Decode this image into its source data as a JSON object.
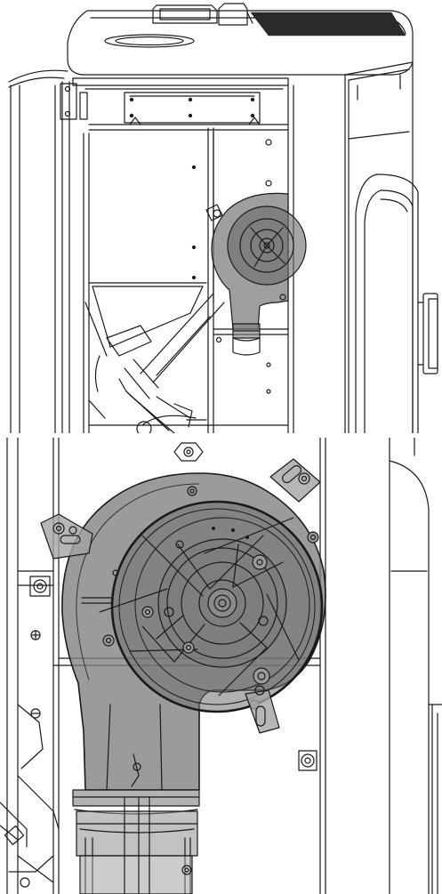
{
  "figure": {
    "panels": [
      {
        "id": "overview",
        "view": "stove-interior-overview"
      },
      {
        "id": "detail",
        "view": "blower-fan-detail"
      }
    ],
    "colors": {
      "line": "#1a1a1a",
      "fan_shade": "#7f7f7f",
      "fan_shade_dark": "#5e5e5e",
      "background": "#ffffff"
    }
  }
}
